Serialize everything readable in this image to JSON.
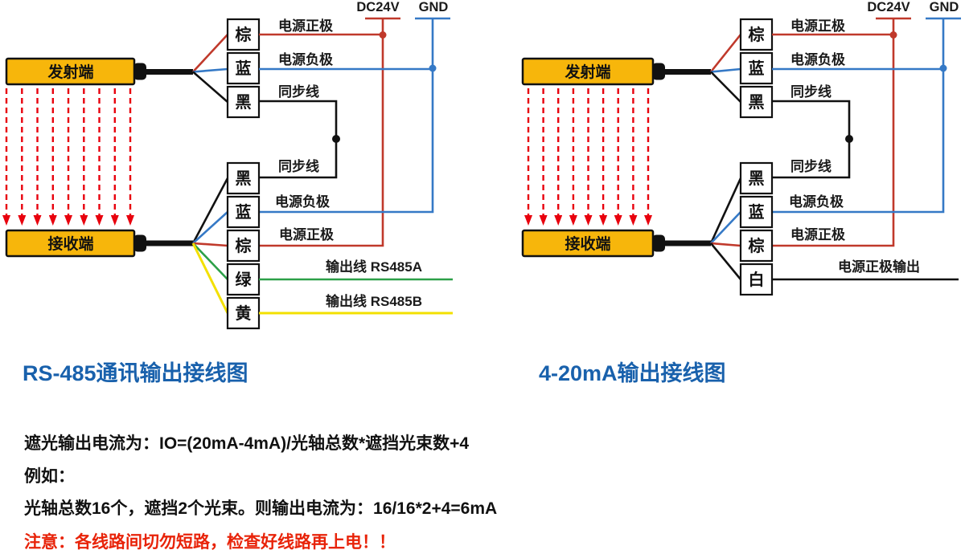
{
  "colors": {
    "title_blue": "#1961ac",
    "warning_red": "#e82309",
    "beam_red": "#e8000d",
    "sensor_yellow": "#f7b60b",
    "wire_red_brown": "#c0392b",
    "wire_blue": "#3579c6",
    "wire_green": "#2ca048",
    "wire_yellow": "#f3e000",
    "wire_black": "#111111"
  },
  "diagrams": [
    {
      "title": "RS-485通讯输出接线图",
      "power": {
        "dc24v": "DC24V",
        "gnd": "GND"
      },
      "transmitter_label": "发射端",
      "receiver_label": "接收端",
      "transmitter_wires": [
        {
          "color_name": "棕",
          "label": "电源正极",
          "wire_hex": "#c0392b"
        },
        {
          "color_name": "蓝",
          "label": "电源负极",
          "wire_hex": "#3579c6"
        },
        {
          "color_name": "黑",
          "label": "同步线",
          "wire_hex": "#111111"
        }
      ],
      "receiver_wires": [
        {
          "color_name": "黑",
          "label": "同步线",
          "wire_hex": "#111111"
        },
        {
          "color_name": "蓝",
          "label": "电源负极",
          "wire_hex": "#3579c6"
        },
        {
          "color_name": "棕",
          "label": "电源正极",
          "wire_hex": "#c0392b"
        },
        {
          "color_name": "绿",
          "label": "输出线 RS485A",
          "wire_hex": "#2ca048"
        },
        {
          "color_name": "黄",
          "label": "输出线 RS485B",
          "wire_hex": "#f3e000"
        }
      ]
    },
    {
      "title": "4-20mA输出接线图",
      "power": {
        "dc24v": "DC24V",
        "gnd": "GND"
      },
      "transmitter_label": "发射端",
      "receiver_label": "接收端",
      "transmitter_wires": [
        {
          "color_name": "棕",
          "label": "电源正极",
          "wire_hex": "#c0392b"
        },
        {
          "color_name": "蓝",
          "label": "电源负极",
          "wire_hex": "#3579c6"
        },
        {
          "color_name": "黑",
          "label": "同步线",
          "wire_hex": "#111111"
        }
      ],
      "receiver_wires": [
        {
          "color_name": "黑",
          "label": "同步线",
          "wire_hex": "#111111"
        },
        {
          "color_name": "蓝",
          "label": "电源负极",
          "wire_hex": "#3579c6"
        },
        {
          "color_name": "棕",
          "label": "电源正极",
          "wire_hex": "#c0392b"
        },
        {
          "color_name": "白",
          "label": "电源正极输出",
          "wire_hex": "#111111"
        }
      ]
    }
  ],
  "notes": {
    "formula": "遮光输出电流为：IO=(20mA-4mA)/光轴总数*遮挡光束数+4",
    "example_intro": "例如：",
    "example": "光轴总数16个，遮挡2个光束。则输出电流为：16/16*2+4=6mA",
    "warning": "注意：各线路间切勿短路，检查好线路再上电！！"
  }
}
